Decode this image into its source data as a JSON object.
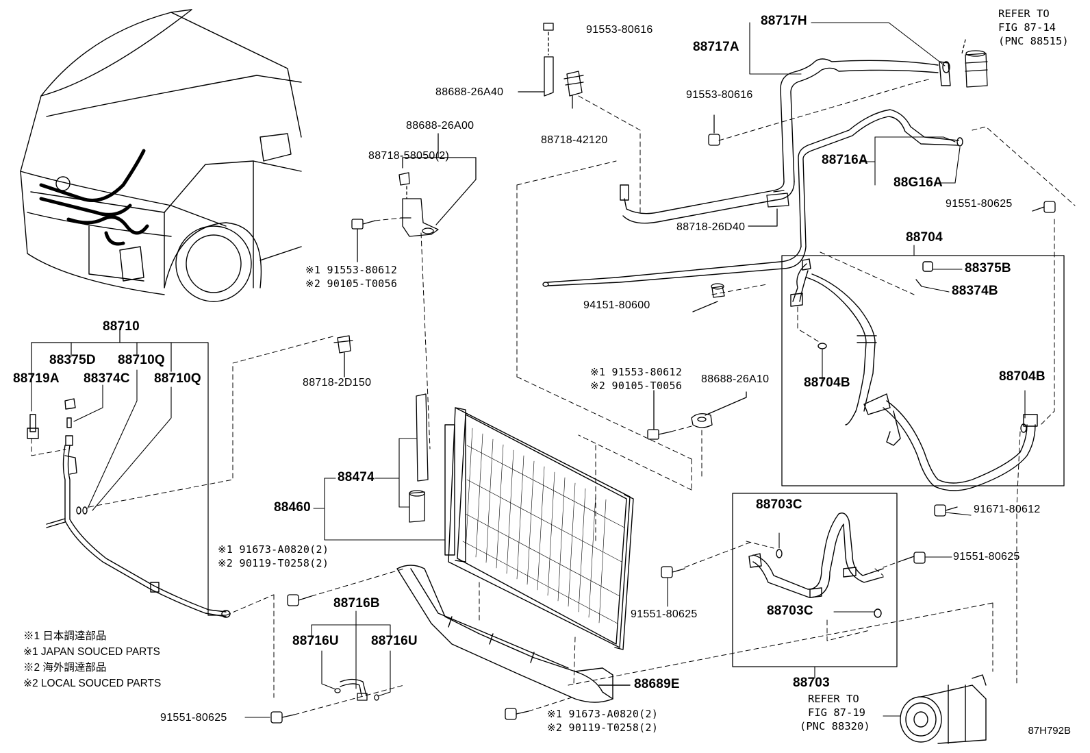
{
  "diagram_id": "87H792B",
  "legend": [
    "※1 日本調達部品",
    "※1 JAPAN SOUCED PARTS",
    "※2 海外調達部品",
    "※2 LOCAL SOUCED PARTS"
  ],
  "refs": {
    "r1": [
      "REFER TO",
      "FIG 87-14",
      "(PNC 88515)"
    ],
    "r2": [
      "REFER TO",
      "FIG 87-19",
      "(PNC 88320)"
    ]
  },
  "labels": {
    "l01": "91553-80616",
    "l02": "88717H",
    "l03": "88717A",
    "l04": "88688-26A40",
    "l05": "91553-80616",
    "l06": "88718-42120",
    "l07": "88688-26A00",
    "l08": "88718-58050(2)",
    "l09": "88716A",
    "l10": "88G16A",
    "l11": "91551-80625",
    "l12": "88718-26D40",
    "l13": "88704",
    "l14": "88375B",
    "l15": "88374B",
    "l16": "※1 91553-80612",
    "l17": "※2 90105-T0056",
    "l18": "94151-80600",
    "l19": "88710",
    "l20": "88375D",
    "l21": "88710Q",
    "l22": "88719A",
    "l23": "88374C",
    "l24": "88710Q",
    "l25": "88718-2D150",
    "l26": "※1 91553-80612",
    "l27": "※2 90105-T0056",
    "l28": "88688-26A10",
    "l29": "88704B",
    "l30": "88704B",
    "l31": "88474",
    "l32": "88460",
    "l33": "91671-80612",
    "l34": "88703C",
    "l35": "※1 91673-A0820(2)",
    "l36": "※2 90119-T0258(2)",
    "l37": "91551-80625",
    "l38": "91551-80625",
    "l39": "88716B",
    "l40": "88703C",
    "l41": "88716U",
    "l42": "88716U",
    "l43": "88703",
    "l44": "88689E",
    "l45": "91551-80625",
    "l46": "※1 91673-A0820(2)",
    "l47": "※2 90119-T0258(2)"
  }
}
